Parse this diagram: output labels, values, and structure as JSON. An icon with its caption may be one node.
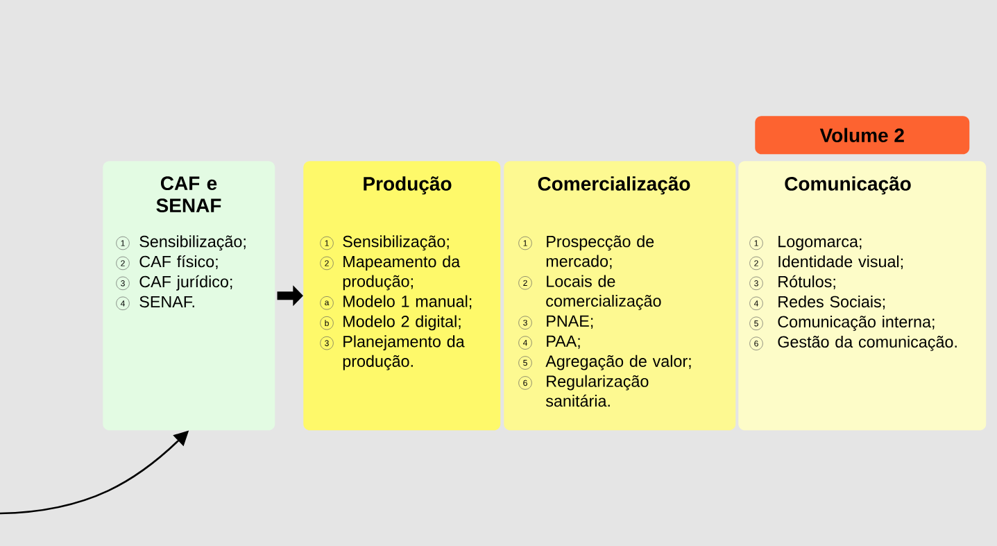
{
  "diagram": {
    "nodes": [
      {
        "text": [
          "CAF e SENAF",
          "1",
          "Sensibilização;",
          "2",
          "CAF físico;",
          "3",
          "CAF jurídico;",
          "4",
          "SENAF."
        ]
      },
      {
        "text": [
          "Produção",
          "1",
          "Sensibilização;",
          "2",
          "Mapeamento da produção;",
          "a",
          "Modelo 1 manual;",
          "b",
          "Modelo 2 digital;",
          "3",
          "Planejamento da produção."
        ]
      },
      {
        "text": [
          "Comercialização",
          "1",
          "Prospecção de mercado;",
          "2",
          "Locais de comercialização",
          "3",
          "PNAE;",
          "4",
          "PAA;",
          "5",
          "Agregação de valor;",
          "6",
          "Regularização sanitária."
        ]
      },
      {
        "text": [
          "Comunicação",
          "1",
          "Logomarca;",
          "2",
          "Identidade visual;",
          "3",
          "Rótulos;",
          "4",
          "Redes Sociais;",
          "5",
          "Comunicação interna;",
          "6",
          "Gestão da comunicação."
        ]
      },
      {
        "text": [
          "Volume 2"
        ]
      }
    ],
    "edges": [
      {
        "from": 0,
        "to": 1,
        "arrow": "to",
        "style": "thick"
      },
      {
        "from": null,
        "to": 0,
        "arrow": "to"
      }
    ]
  }
}
